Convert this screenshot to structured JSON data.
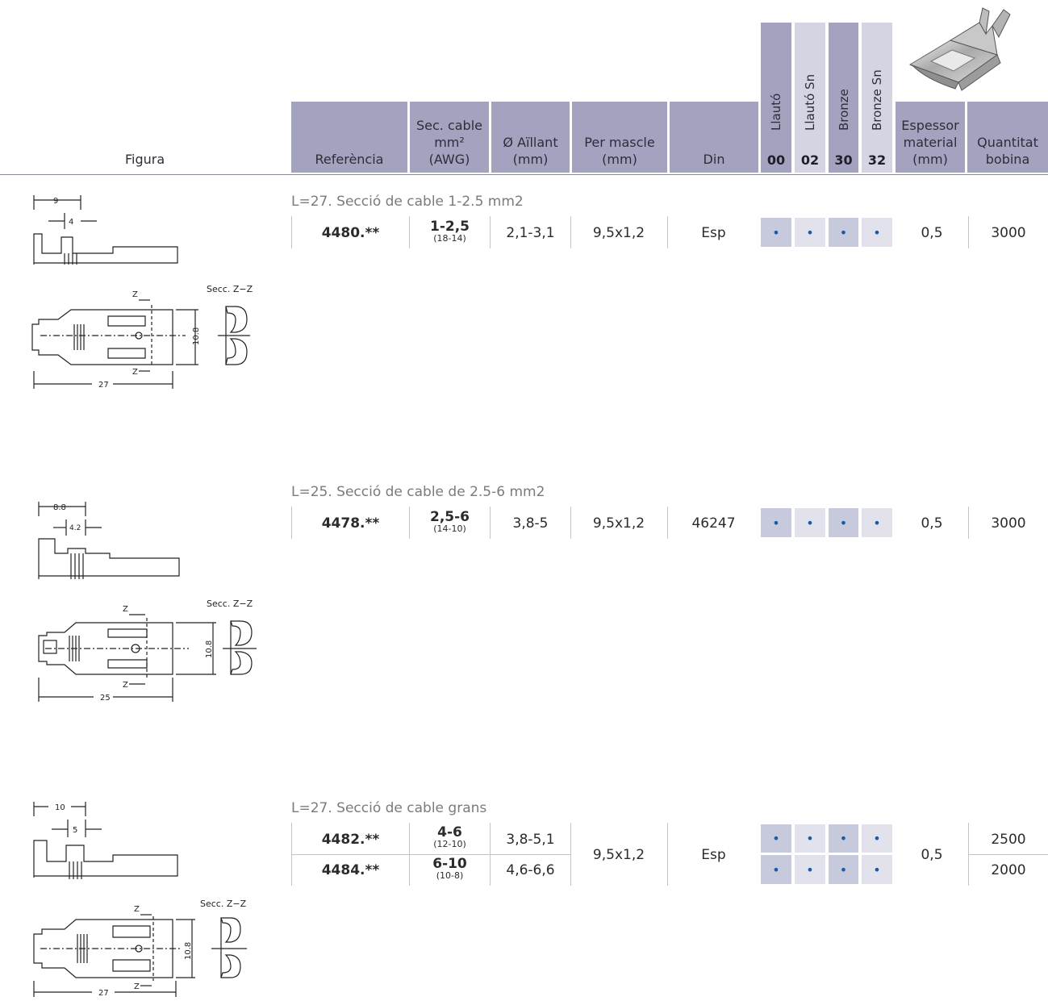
{
  "header": {
    "figura": "Figura",
    "referencia": "Referència",
    "sec_cable": [
      "Sec. cable",
      "mm²",
      "(AWG)"
    ],
    "aillant": [
      "Ø Aïllant",
      "(mm)"
    ],
    "per_mascle": [
      "Per mascle",
      "(mm)"
    ],
    "din": "Din",
    "materials": [
      {
        "label": "Llautó",
        "code": "00"
      },
      {
        "label": "Llautó Sn",
        "code": "02"
      },
      {
        "label": "Bronze",
        "code": "30"
      },
      {
        "label": "Bronze Sn",
        "code": "32"
      }
    ],
    "espessor": [
      "Espessor",
      "material",
      "(mm)"
    ],
    "quantitat": [
      "Quantitat",
      "bobina"
    ]
  },
  "sections": [
    {
      "title": "L=27. Secció de cable 1-2.5 mm2",
      "rows": [
        {
          "ref": "4480.**",
          "sec": "1-2,5",
          "awg": "(18-14)",
          "aillant": "2,1-3,1",
          "per_mascle": "9,5x1,2",
          "din": "Esp",
          "espessor": "0,5",
          "quantitat": "3000"
        }
      ],
      "drawing": {
        "dim_top": "9",
        "dim_inner": "4",
        "secc": "Secc. Z−Z",
        "z": "Z",
        "width": "10.8",
        "length": "27"
      }
    },
    {
      "title": "L=25. Secció de cable de 2.5-6 mm2",
      "rows": [
        {
          "ref": "4478.**",
          "sec": "2,5-6",
          "awg": "(14-10)",
          "aillant": "3,8-5",
          "per_mascle": "9,5x1,2",
          "din": "46247",
          "espessor": "0,5",
          "quantitat": "3000"
        }
      ],
      "drawing": {
        "dim_top": "8.8",
        "dim_inner": "4.2",
        "secc": "Secc. Z−Z",
        "z": "Z",
        "width": "10.8",
        "length": "25"
      }
    },
    {
      "title": "L=27. Secció de cable grans",
      "rows": [
        {
          "ref": "4482.**",
          "sec": "4-6",
          "awg": "(12-10)",
          "aillant": "3,8-5,1",
          "quantitat": "2500"
        },
        {
          "ref": "4484.**",
          "sec": "6-10",
          "awg": "(10-8)",
          "aillant": "4,6-6,6",
          "quantitat": "2000"
        }
      ],
      "shared": {
        "per_mascle": "9,5x1,2",
        "din": "Esp",
        "espessor": "0,5"
      },
      "drawing": {
        "dim_top": "10",
        "dim_inner": "5",
        "secc": "Secc. Z−Z",
        "z": "Z",
        "width": "10.8",
        "length": "27"
      }
    }
  ],
  "dot": "•",
  "colors": {
    "header": "#a3a3bf",
    "header_light": "#d4d4e2",
    "dot": "#1a5aa8",
    "title": "#7b7b7b"
  }
}
